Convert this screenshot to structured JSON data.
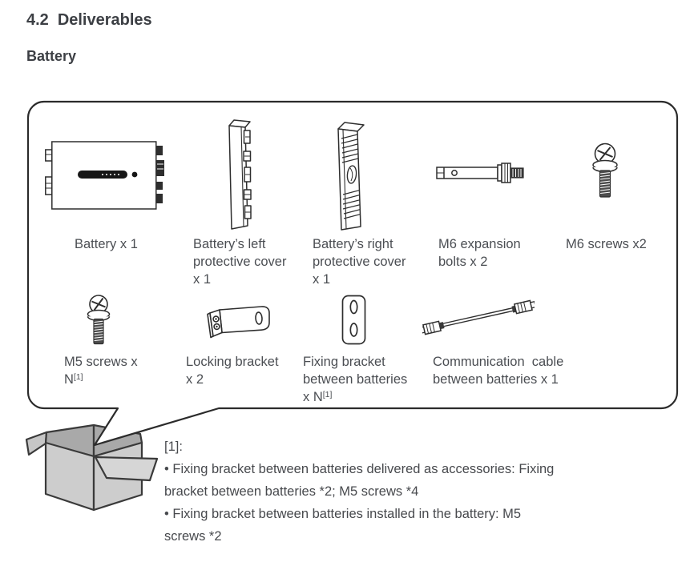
{
  "document": {
    "section_number": "4.2",
    "section_title": "Deliverables",
    "subsection_title": "Battery"
  },
  "deliverables": {
    "row1": [
      {
        "name": "battery",
        "label_lines": [
          "Battery x 1"
        ]
      },
      {
        "name": "battery-left-protective-cover",
        "label_lines": [
          "Battery’s left",
          "protective cover",
          "x 1"
        ]
      },
      {
        "name": "battery-right-protective-cover",
        "label_lines": [
          "Battery’s right",
          "protective cover",
          "x 1"
        ]
      },
      {
        "name": "m6-expansion-bolts",
        "label_lines": [
          "M6 expansion",
          "bolts x 2"
        ]
      },
      {
        "name": "m6-screws",
        "label_lines": [
          "M6 screws x2"
        ]
      }
    ],
    "row2": [
      {
        "name": "m5-screws",
        "label_lines": [
          "M5 screws x"
        ],
        "last_line_base": "N",
        "last_line_sup": "[1]"
      },
      {
        "name": "locking-bracket",
        "label_lines": [
          "Locking bracket",
          "x 2"
        ]
      },
      {
        "name": "fixing-bracket-between-batteries",
        "label_lines": [
          "Fixing bracket",
          "between batteries"
        ],
        "last_line_base": "x N",
        "last_line_sup": "[1]"
      },
      {
        "name": "communication-cable",
        "label_lines": [
          "Communication  cable",
          "between batteries x 1"
        ]
      }
    ]
  },
  "footnote": {
    "lines": [
      "[1]:",
      "• Fixing bracket between batteries delivered as accessories: Fixing",
      "bracket between batteries *2; M5 screws *4",
      "• Fixing bracket between batteries installed in the battery: M5",
      "screws *2"
    ]
  },
  "colors": {
    "heading_text": "#3c3f44",
    "body_text": "#4b4e53",
    "line_art": "#2e2e2e",
    "box_light_gray": "#cdcdcd",
    "box_dark_gray": "#a9a9a9"
  }
}
